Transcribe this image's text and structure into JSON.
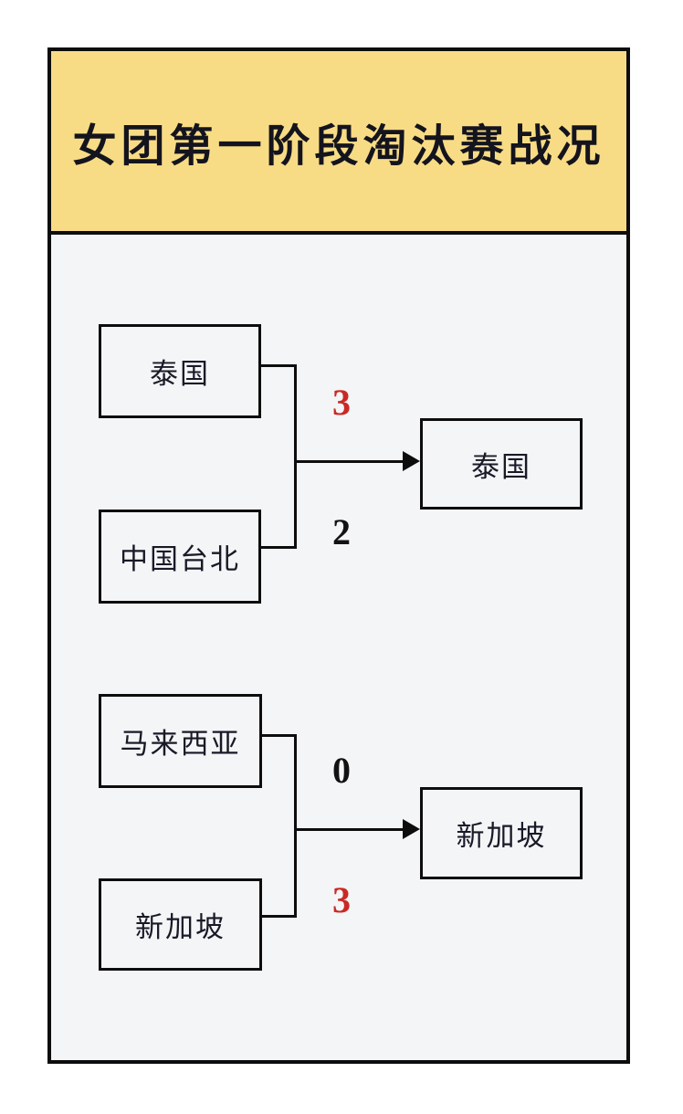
{
  "title": "女团第一阶段淘汰赛战况",
  "colors": {
    "header_bg": "#f8dc85",
    "panel_bg": "#f4f5f7",
    "line": "#0d0d0d",
    "score_red": "#c92a25",
    "score_black": "#121212",
    "team_text": "#191927"
  },
  "bracket": {
    "matches": [
      {
        "top_team": "泰国",
        "top_score": "3",
        "bottom_team": "中国台北",
        "bottom_score": "2",
        "winner": "泰国"
      },
      {
        "top_team": "马来西亚",
        "top_score": "0",
        "bottom_team": "新加坡",
        "bottom_score": "3",
        "winner": "新加坡"
      }
    ]
  }
}
